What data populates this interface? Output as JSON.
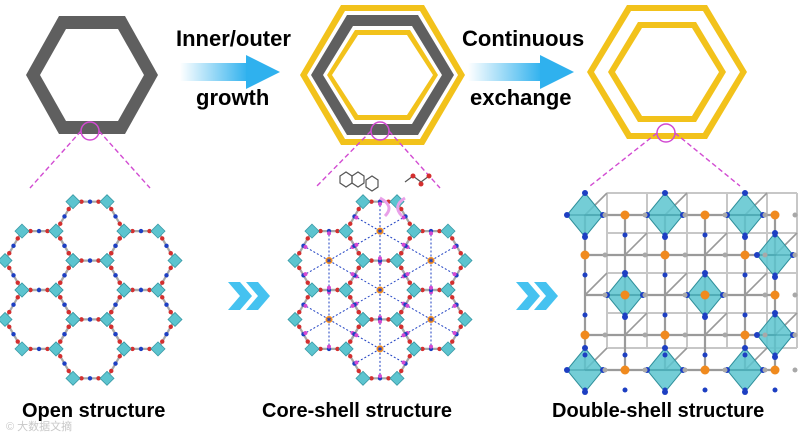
{
  "arrows": [
    {
      "top": "Inner/outer",
      "bottom": "growth"
    },
    {
      "top": "Continuous",
      "bottom": "exchange"
    }
  ],
  "captions": [
    "Open structure",
    "Core-shell structure",
    "Double-shell structure"
  ],
  "watermark": "© 大数据文摘",
  "colors": {
    "shell_dark": "#5f5f5f",
    "shell_gold": "#f2c21b",
    "arrow_blue": "#3ab6ef",
    "chevron_blue": "#45c2f0",
    "polyhedron": "#5cc4cf",
    "oxygen": "#d32f2f",
    "nitrogen": "#1d3fc2",
    "carbon": "#a8a8a8",
    "metal_orange": "#f08a1e",
    "guide_pink": "#d24bd2"
  }
}
